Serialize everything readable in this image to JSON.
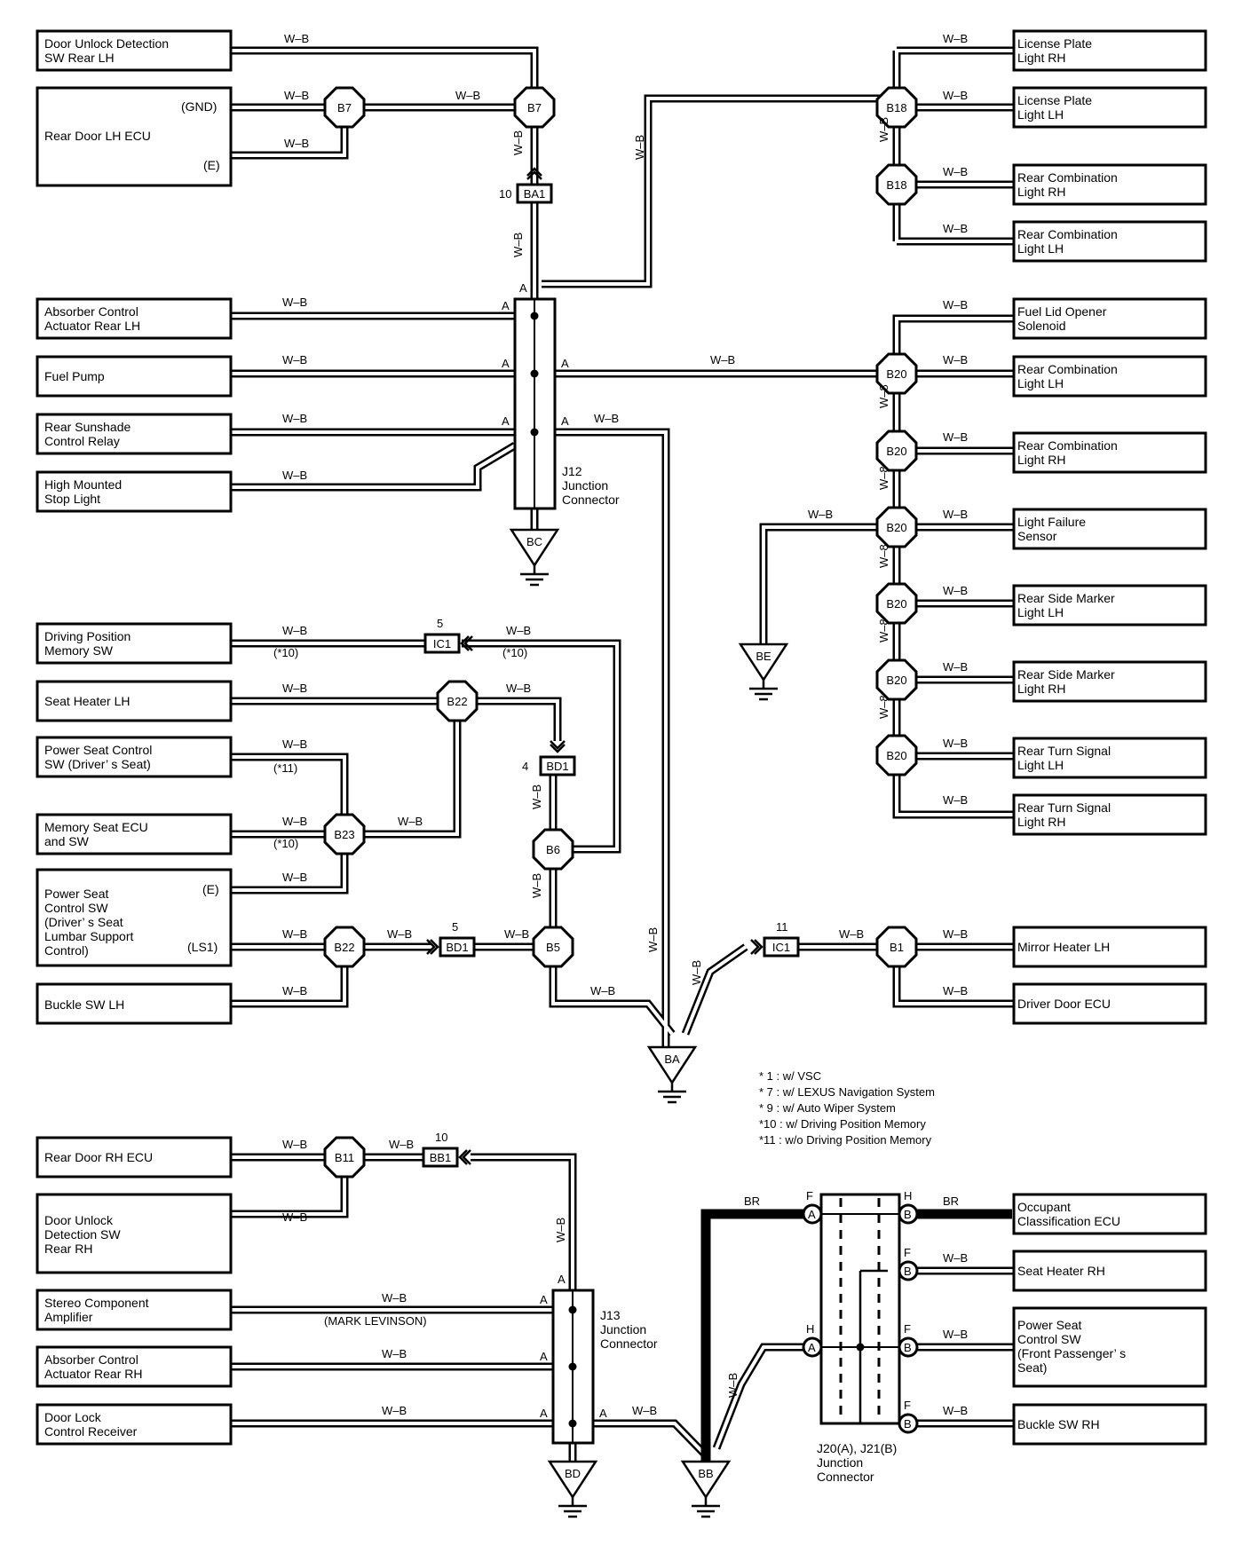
{
  "wire_label": "W–B",
  "wire_label_alt": "W–8",
  "br_label": "BR",
  "left_components": [
    {
      "id": "door_unlock_rear_lh",
      "lines": [
        "Door Unlock Detection",
        "SW Rear LH"
      ]
    },
    {
      "id": "rear_door_lh_ecu",
      "lines": [
        "Rear Door LH ECU"
      ],
      "pins": [
        "(GND)",
        "(E)"
      ]
    },
    {
      "id": "absorber_rear_lh",
      "lines": [
        "Absorber Control",
        "Actuator Rear LH"
      ]
    },
    {
      "id": "fuel_pump",
      "lines": [
        "Fuel Pump"
      ]
    },
    {
      "id": "rear_sunshade",
      "lines": [
        "Rear Sunshade",
        "Control Relay"
      ]
    },
    {
      "id": "high_mounted",
      "lines": [
        "High Mounted",
        "Stop Light"
      ]
    },
    {
      "id": "driving_position",
      "lines": [
        "Driving Position",
        "Memory SW"
      ]
    },
    {
      "id": "seat_heater_lh",
      "lines": [
        "Seat Heater LH"
      ]
    },
    {
      "id": "power_seat_driver",
      "lines": [
        "Power Seat Control",
        "SW (Driver’ s Seat)"
      ]
    },
    {
      "id": "memory_seat_ecu",
      "lines": [
        "Memory Seat ECU",
        "and SW"
      ]
    },
    {
      "id": "power_seat_lumbar",
      "lines": [
        "Power Seat",
        "Control SW",
        "(Driver’ s Seat",
        "Lumbar Support",
        "Control)"
      ],
      "pins": [
        "(E)",
        "(LS1)"
      ]
    },
    {
      "id": "buckle_sw_lh",
      "lines": [
        "Buckle SW LH"
      ]
    },
    {
      "id": "rear_door_rh_ecu",
      "lines": [
        "Rear Door RH ECU"
      ]
    },
    {
      "id": "door_unlock_rear_rh",
      "lines": [
        "Door Unlock",
        "Detection SW",
        "Rear RH"
      ]
    },
    {
      "id": "stereo_amp",
      "lines": [
        "Stereo Component",
        "Amplifier"
      ]
    },
    {
      "id": "absorber_rear_rh",
      "lines": [
        "Absorber Control",
        "Actuator Rear RH"
      ]
    },
    {
      "id": "door_lock_receiver",
      "lines": [
        "Door Lock",
        "Control Receiver"
      ]
    }
  ],
  "right_components": [
    {
      "id": "license_rh",
      "lines": [
        "License Plate",
        "Light RH"
      ]
    },
    {
      "id": "license_lh",
      "lines": [
        "License Plate",
        "Light LH"
      ]
    },
    {
      "id": "rcl_rh_1",
      "lines": [
        "Rear Combination",
        "Light RH"
      ]
    },
    {
      "id": "rcl_lh_1",
      "lines": [
        "Rear Combination",
        "Light LH"
      ]
    },
    {
      "id": "fuel_lid",
      "lines": [
        "Fuel Lid Opener",
        "Solenoid"
      ]
    },
    {
      "id": "rcl_lh_2",
      "lines": [
        "Rear Combination",
        "Light LH"
      ]
    },
    {
      "id": "rcl_rh_2",
      "lines": [
        "Rear Combination",
        "Light RH"
      ]
    },
    {
      "id": "light_failure",
      "lines": [
        "Light Failure",
        "Sensor"
      ]
    },
    {
      "id": "side_marker_lh",
      "lines": [
        "Rear Side Marker",
        "Light LH"
      ]
    },
    {
      "id": "side_marker_rh",
      "lines": [
        "Rear Side Marker",
        "Light RH"
      ]
    },
    {
      "id": "turn_lh",
      "lines": [
        "Rear Turn Signal",
        "Light LH"
      ]
    },
    {
      "id": "turn_rh",
      "lines": [
        "Rear Turn Signal",
        "Light RH"
      ]
    },
    {
      "id": "mirror_heater",
      "lines": [
        "Mirror Heater LH"
      ]
    },
    {
      "id": "driver_door_ecu",
      "lines": [
        "Driver Door ECU"
      ]
    },
    {
      "id": "occupant_ecu",
      "lines": [
        "Occupant",
        "Classification ECU"
      ]
    },
    {
      "id": "seat_heater_rh",
      "lines": [
        "Seat Heater RH"
      ]
    },
    {
      "id": "power_seat_pass",
      "lines": [
        "Power Seat",
        "Control SW",
        "(Front Passenger’ s",
        "Seat)"
      ]
    },
    {
      "id": "buckle_sw_rh",
      "lines": [
        "Buckle SW RH"
      ]
    }
  ],
  "splices": {
    "b7a": "B7",
    "b7b": "B7",
    "b18a": "B18",
    "b18b": "B18",
    "b20": "B20",
    "b22a": "B22",
    "b22b": "B22",
    "b23": "B23",
    "b6": "B6",
    "b5": "B5",
    "b1": "B1",
    "b11": "B11"
  },
  "connectors": {
    "ba1": {
      "name": "BA1",
      "pin": "10"
    },
    "ic1a": {
      "name": "IC1",
      "pin": "5"
    },
    "bd1a": {
      "name": "BD1",
      "pin": "4"
    },
    "bd1b": {
      "name": "BD1",
      "pin": "5"
    },
    "ic1b": {
      "name": "IC1",
      "pin": "11"
    },
    "bb1": {
      "name": "BB1",
      "pin": "10"
    }
  },
  "grounds": {
    "bc": "BC",
    "be": "BE",
    "ba": "BA",
    "bd": "BD",
    "bb": "BB"
  },
  "junctions": {
    "j12": [
      "J12",
      "Junction",
      "Connector"
    ],
    "j13": [
      "J13",
      "Junction",
      "Connector"
    ],
    "j20": [
      "J20(A), J21(B)",
      "Junction",
      "Connector"
    ]
  },
  "pin_letters": {
    "a": "A",
    "f": "F",
    "h": "H",
    "b": "B"
  },
  "notes": {
    "n10": "(*10)",
    "n11": "(*11)",
    "mark": "(MARK LEVINSON)",
    "legend": [
      "* 1 : w/ VSC",
      "* 7 : w/ LEXUS Navigation System",
      "* 9 : w/ Auto Wiper System",
      "*10 : w/ Driving Position Memory",
      "*11 : w/o Driving Position Memory"
    ]
  }
}
